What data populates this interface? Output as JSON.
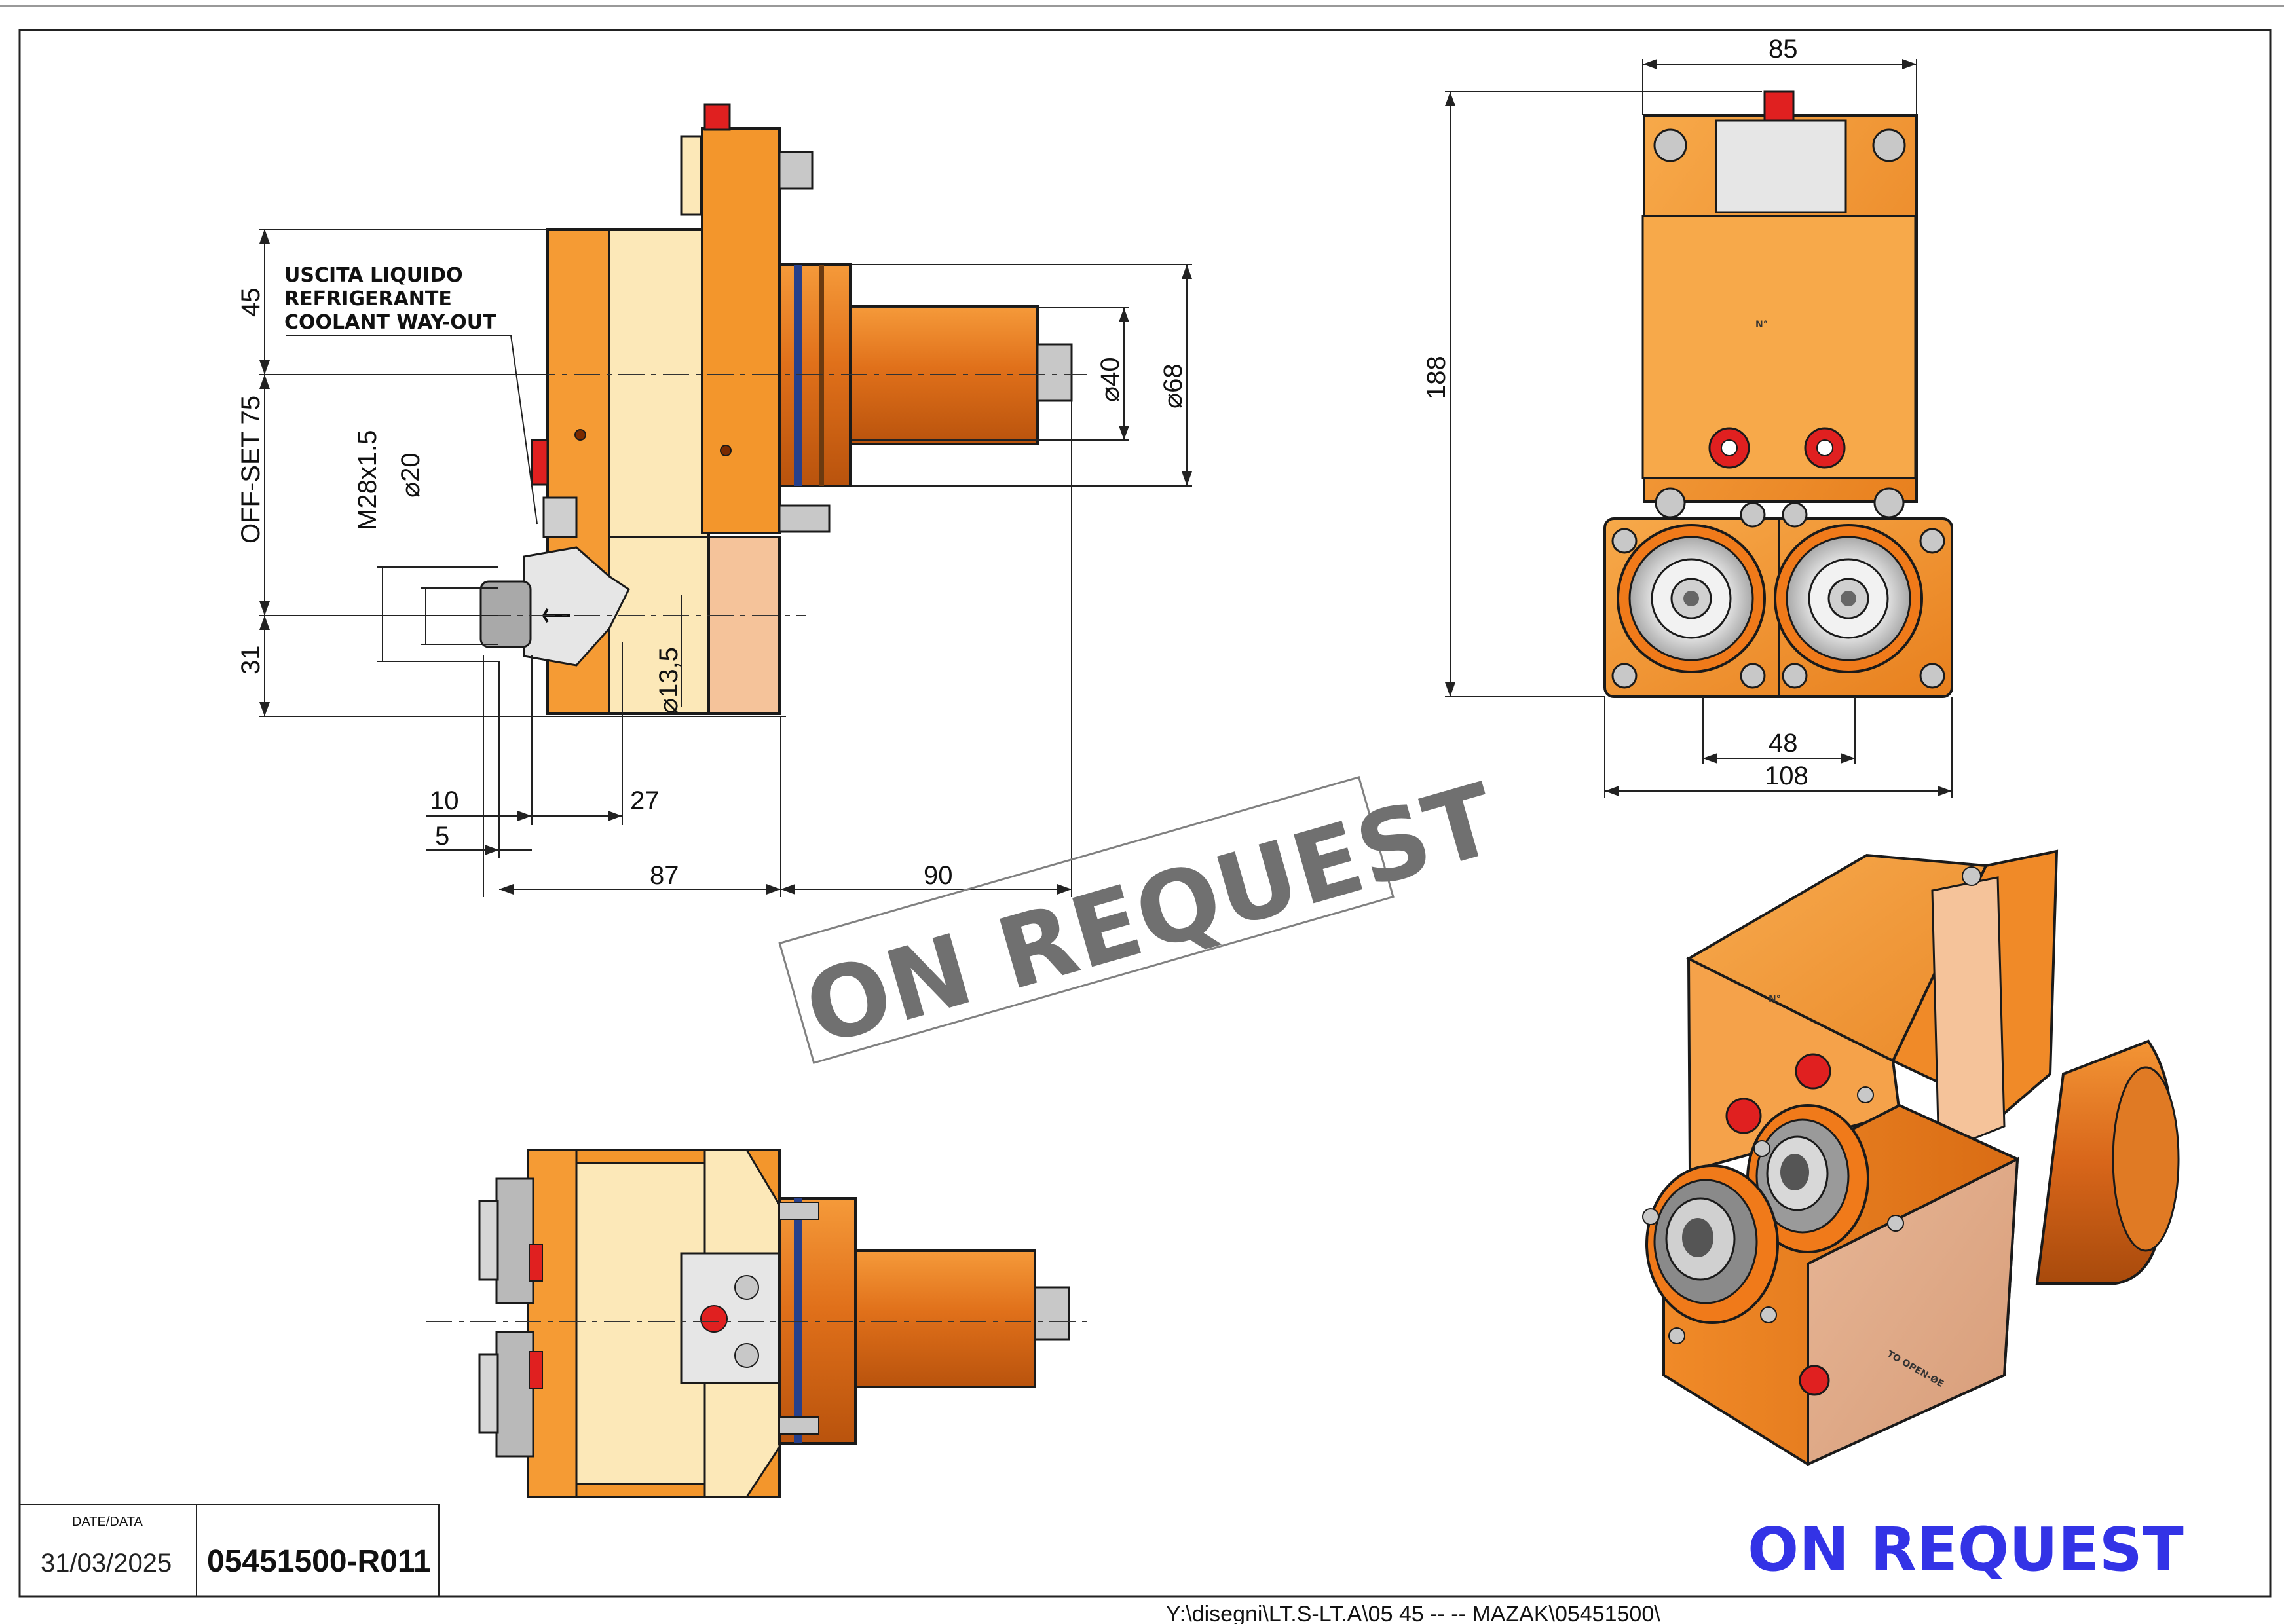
{
  "dimensions": {
    "d85": "85",
    "d188": "188",
    "d48": "48",
    "d108": "108",
    "d45": "45",
    "offset": "OFF-SET 75",
    "d31": "31",
    "thread": "M28x1.5",
    "dia20": "⌀20",
    "dia13": "⌀13,5",
    "dia40": "⌀40",
    "dia68": "⌀68",
    "d10": "10",
    "d27": "27",
    "d5": "5",
    "d87": "87",
    "d90": "90"
  },
  "coolant_note": {
    "line1": "USCITA LIQUIDO",
    "line2": "REFRIGERANTE",
    "line3": "COOLANT WAY-OUT"
  },
  "stamp": {
    "text": "ON REQUEST"
  },
  "on_request_label": {
    "text": "ON REQUEST",
    "color": "#3333e6"
  },
  "title_block": {
    "date_label": "DATE/DATA",
    "date": "31/03/2025",
    "code": "05451500-R011"
  },
  "file_path": "Y:\\disegni\\LT.S-LT.A\\05 45 -- -- MAZAK\\05451500\\",
  "part_marks": {
    "number_mark": "N°",
    "iso_mark": "TO OPEN-ØE"
  },
  "colors": {
    "orange": "#f0841e",
    "orange_light": "#f7a94a",
    "cream": "#fce8b8",
    "peach": "#f5c39a",
    "copper": "#d8661a",
    "steel": "#c8c8c8",
    "outline": "#1a1a1a",
    "red_plug": "#e02020"
  }
}
